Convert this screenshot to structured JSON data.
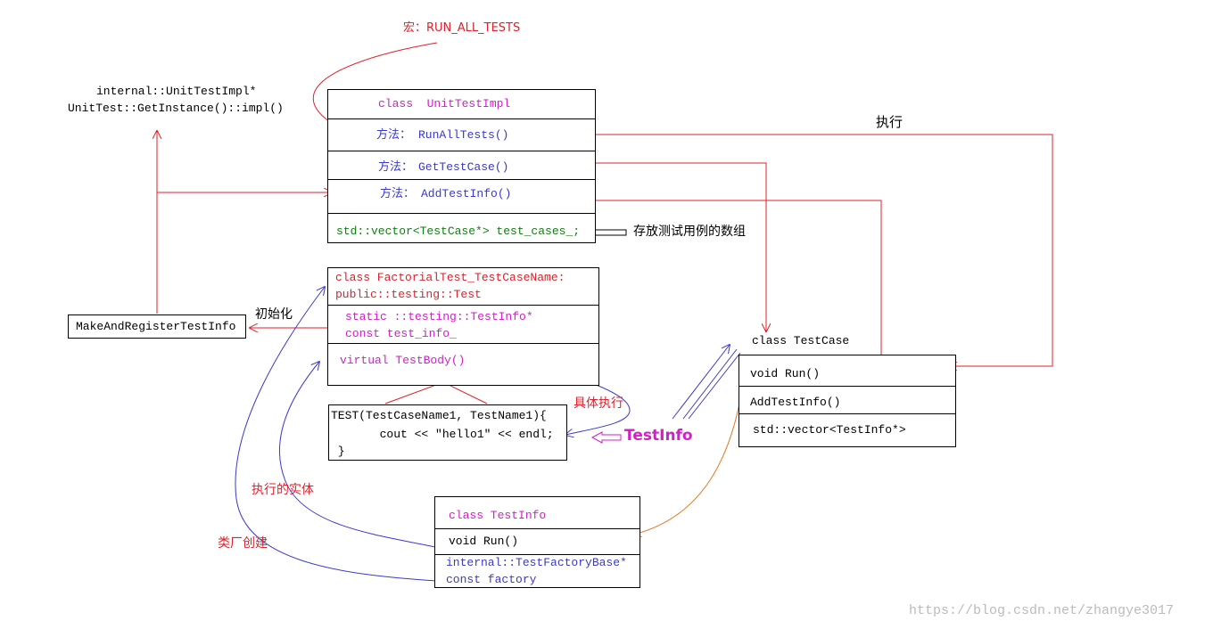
{
  "macro_label": "宏：RUN_ALL_TESTS",
  "instance_label": {
    "line1": "internal::UnitTestImpl*",
    "line2": "UnitTest::GetInstance()::impl()"
  },
  "execute_label": "执行",
  "unit_test_impl": {
    "title": "class  UnitTestImpl",
    "method1_prefix": "方法：",
    "method1": "RunAllTests()",
    "method2_prefix": "方法：",
    "method2": "GetTestCase()",
    "method3_prefix": "方法：",
    "method3": "AddTestInfo()",
    "field": "std::vector<TestCase*> test_cases_;"
  },
  "store_label": "存放测试用例的数组",
  "factorial_test": {
    "title_line1": "class FactorialTest_TestCaseName:",
    "title_line2": "public::testing::Test",
    "field_line1": "static ::testing::TestInfo*",
    "field_line2": "const test_info_",
    "method": "virtual TestBody()"
  },
  "init_label": "初始化",
  "make_register": "MakeAndRegisterTestInfo",
  "test_macro": {
    "line1": "TEST(TestCaseName1, TestName1){",
    "line2": "       cout << \"hello1\" << endl;",
    "line3": " }"
  },
  "concrete_exec_label": "具体执行",
  "testinfo_label": "TestInfo",
  "test_case": {
    "title": "class TestCase",
    "method1": "void Run()",
    "method2": "AddTestInfo()",
    "field": "std::vector<TestInfo*>"
  },
  "exec_entity_label": "执行的实体",
  "factory_create_label": "类厂创建",
  "test_info": {
    "title": "class TestInfo",
    "method": "void Run()",
    "field_line1": "internal::TestFactoryBase*",
    "field_line2": "const factory"
  },
  "watermark": "https://blog.csdn.net/zhangye3017",
  "colors": {
    "red": "#e0202a",
    "magenta": "#d020c8",
    "blue": "#3a3ac8",
    "green": "#108010",
    "orange": "#e07a20"
  }
}
